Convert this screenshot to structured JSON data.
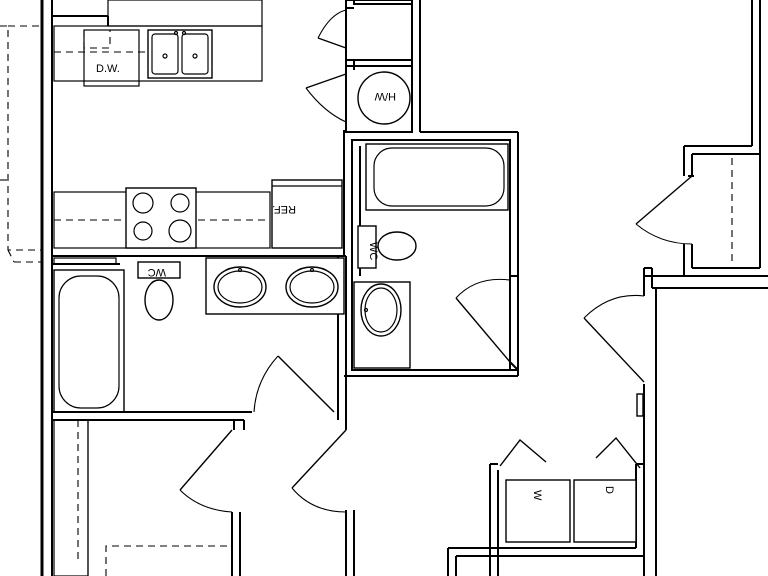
{
  "labels": {
    "dishwasher": "D.W.",
    "water_heater": "H/W",
    "refrigerator": "REF.",
    "toilet_upper": "WC",
    "toilet_lower": "WC",
    "washer": "W",
    "dryer": "D"
  },
  "colors": {
    "line": "#000000",
    "background": "#ffffff"
  }
}
